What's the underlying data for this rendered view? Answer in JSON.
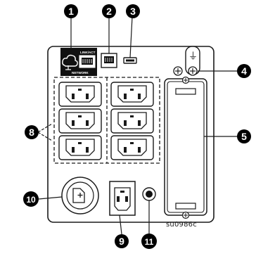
{
  "figure": {
    "id_text": "su0986c",
    "port_labels": {
      "top": "LINK/ACT",
      "bottom": "NETWORK"
    },
    "ground_symbol": "⏚",
    "icons": {
      "cloud": "cloud-network-icon",
      "battery": "battery-connector-icon",
      "ground": "ground-symbol-icon",
      "screw": "screw-icon"
    }
  },
  "callouts": [
    {
      "number": "1",
      "name": "callout-1"
    },
    {
      "number": "2",
      "name": "callout-2"
    },
    {
      "number": "3",
      "name": "callout-3"
    },
    {
      "number": "4",
      "name": "callout-4"
    },
    {
      "number": "5",
      "name": "callout-5"
    },
    {
      "number": "8",
      "name": "callout-8"
    },
    {
      "number": "9",
      "name": "callout-9"
    },
    {
      "number": "10",
      "name": "callout-10"
    },
    {
      "number": "11",
      "name": "callout-11"
    }
  ],
  "colors": {
    "stroke": "#1a1a1a",
    "callout_fill": "#000000",
    "callout_text": "#ffffff",
    "panel_fill": "#ffffff",
    "dark_block": "#111111"
  }
}
